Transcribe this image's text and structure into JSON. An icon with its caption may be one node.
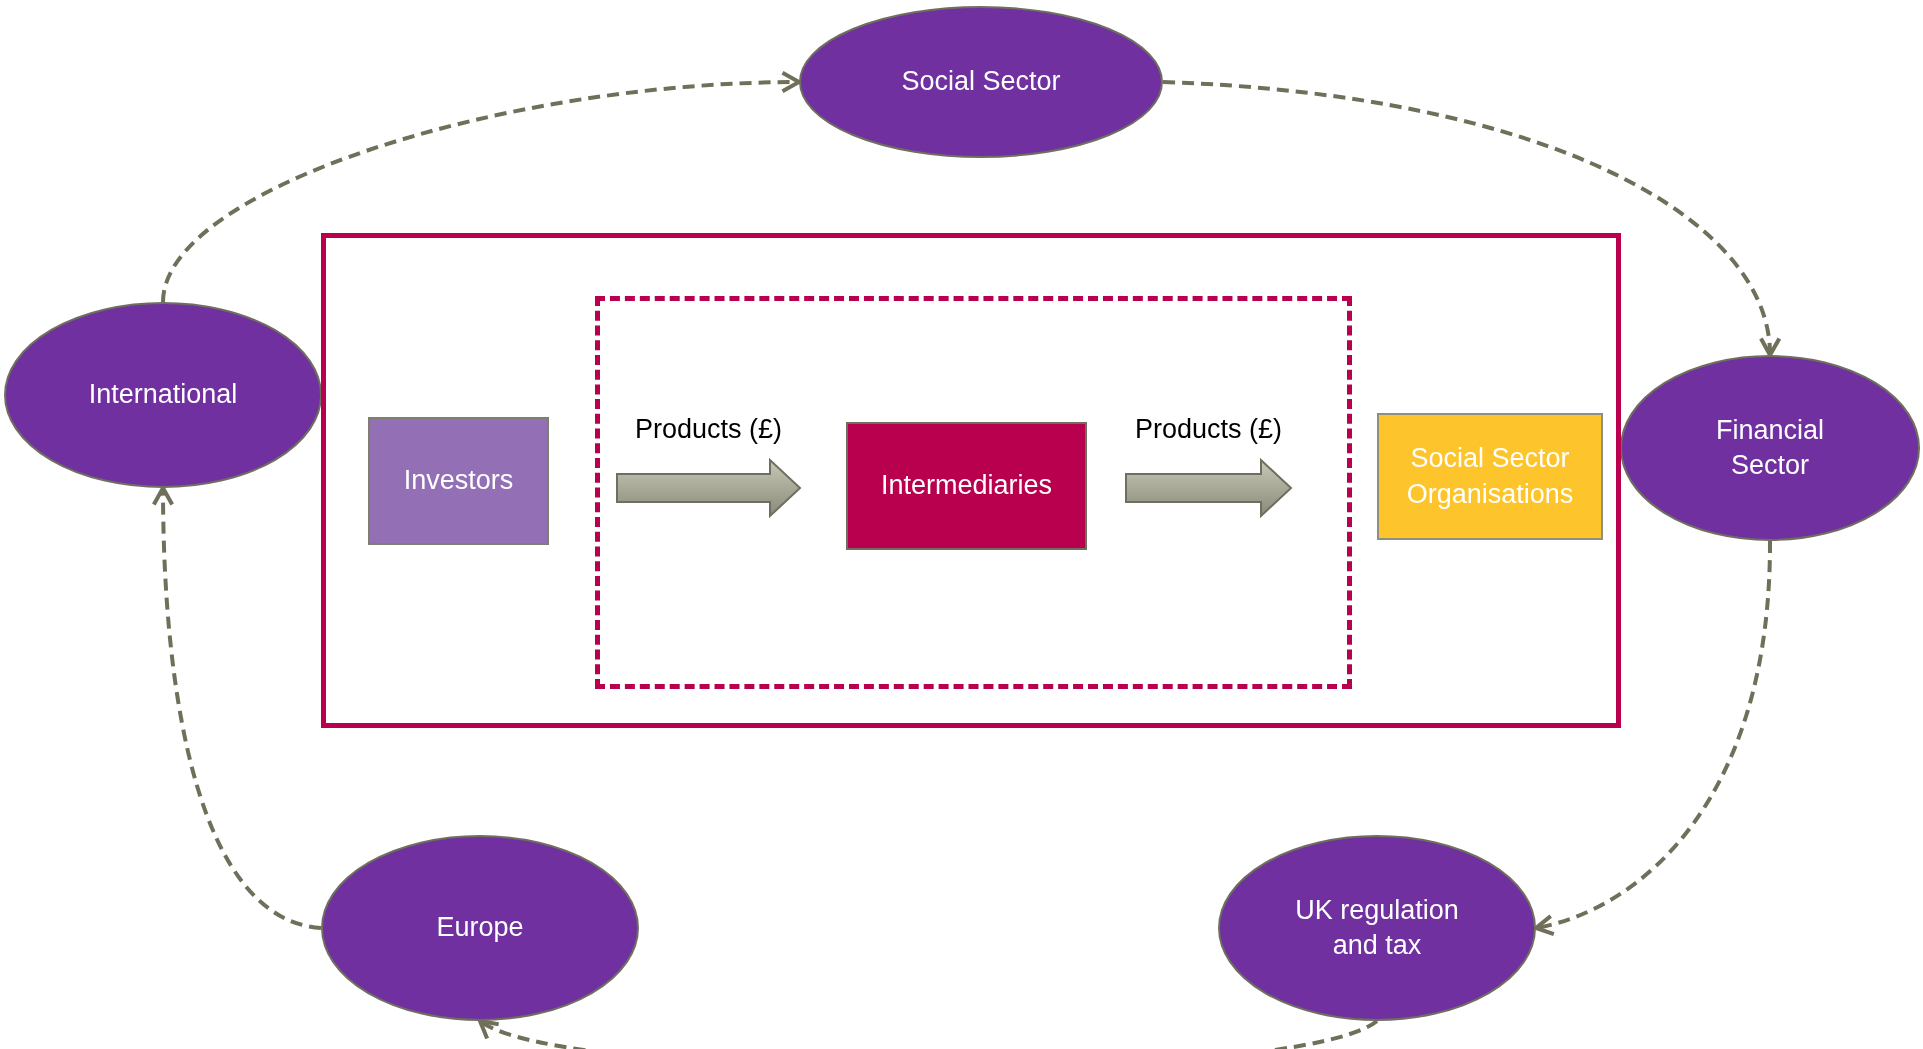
{
  "diagram": {
    "nodes": [
      {
        "text": [
          "Social Sector"
        ]
      },
      {
        "text": [
          "International"
        ]
      },
      {
        "text": [
          "Financial Sector"
        ]
      },
      {
        "text": [
          "Europe"
        ]
      },
      {
        "text": [
          "UK regulation and tax"
        ]
      },
      {
        "text": [],
        "shape": "box"
      },
      {
        "text": [],
        "shape": "box",
        "in": 5
      },
      {
        "text": [
          "Investors"
        ],
        "in": 5
      },
      {
        "text": [
          "Intermediaries"
        ],
        "in": 6
      },
      {
        "text": [
          "Social Sector Organisations"
        ],
        "in": 5
      }
    ],
    "edges": [
      {
        "from": 1,
        "to": 0,
        "arrow": "to",
        "style": "dashed"
      },
      {
        "from": 0,
        "to": 2,
        "arrow": "to",
        "style": "dashed"
      },
      {
        "from": 2,
        "to": 4,
        "arrow": "to",
        "style": "dashed"
      },
      {
        "from": 4,
        "to": 3,
        "arrow": "to",
        "style": "dashed"
      },
      {
        "from": 3,
        "to": 1,
        "arrow": "to",
        "style": "dashed"
      },
      {
        "from": 7,
        "to": 8,
        "arrow": "to",
        "style": "thick",
        "label": "Products (£)"
      },
      {
        "from": 8,
        "to": 9,
        "arrow": "to",
        "style": "thick",
        "label": "Products (£)"
      }
    ]
  }
}
